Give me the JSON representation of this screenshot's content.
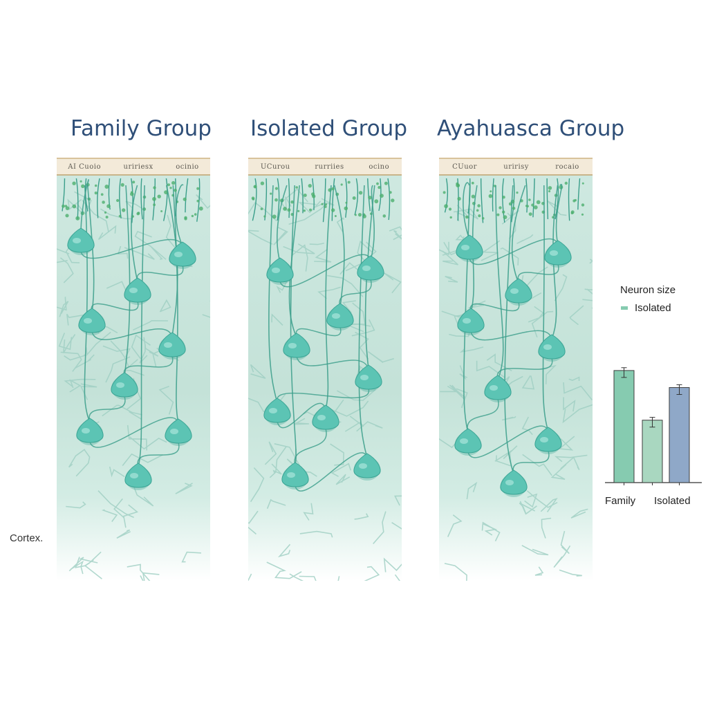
{
  "groups": [
    {
      "title": "Family Group",
      "strip": [
        "AI Cuoio",
        "uririesx",
        "ocinio"
      ]
    },
    {
      "title": "Isolated Group",
      "strip": [
        "UCurou",
        "rurriies",
        "ocino"
      ]
    },
    {
      "title": "Ayahuasca Group",
      "strip": [
        "CUuor",
        "uririsy",
        "rocaio"
      ]
    }
  ],
  "cortex_label": "Cortex.",
  "colors": {
    "title": "#2f4f78",
    "neuron": "#5cc4b4",
    "dendrite": "#3a9e8a",
    "bar_family": "#86cbb0",
    "bar_isolated": "#a9d7c0",
    "bar_ayahuasca": "#8fa8c8"
  },
  "chart_data": {
    "type": "bar",
    "title": "Neuron size",
    "legend": [
      "Isolated"
    ],
    "categories": [
      "Family",
      "Isolated",
      ""
    ],
    "values": [
      0.79,
      0.44,
      0.67
    ],
    "errors": [
      0.02,
      0.02,
      0.02
    ],
    "xlabels_shown": [
      "Family",
      "Isolated"
    ]
  }
}
